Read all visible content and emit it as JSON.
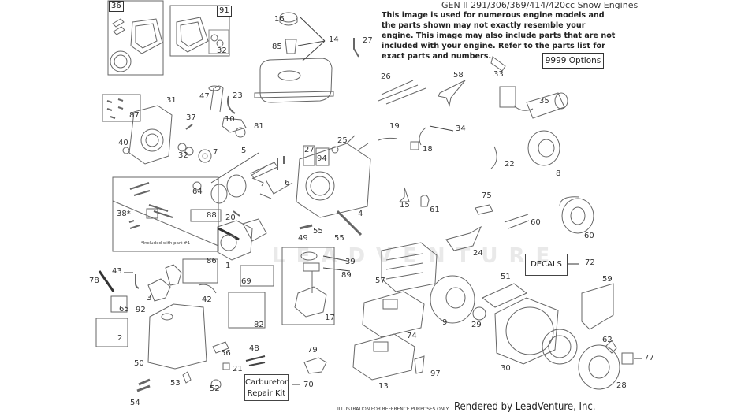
{
  "header": {
    "title": "GEN II 291/306/369/414/420cc Snow Engines",
    "disclaimer": "This image is used for numerous engine models and the parts shown may not exactly resemble your engine. This image may also include parts that are not included with your engine. Refer to the parts list for exact parts and numbers.",
    "options_box": "9999  Options"
  },
  "boxes": {
    "decals": "DECALS",
    "decals_ref": "72",
    "carb_kit_line1": "Carburetor",
    "carb_kit_line2": "Repair Kit",
    "carb_kit_ref": "70",
    "kit_36": "36",
    "kit_91": "91",
    "kit_38_label": "38*",
    "kit_38_note": "*Included with part #1",
    "kit_27": "27",
    "kit_94": "94"
  },
  "watermark": "LEADVENTURE",
  "footer": {
    "reference": "ILLUSTRATION FOR REFERENCE PURPOSES ONLY",
    "rendered_by": "Rendered by LeadVenture, Inc."
  },
  "part_labels": [
    {
      "id": "p16",
      "text": "16"
    },
    {
      "id": "p14",
      "text": "14"
    },
    {
      "id": "p85",
      "text": "85"
    },
    {
      "id": "p27a",
      "text": "27"
    },
    {
      "id": "p32a",
      "text": "32"
    },
    {
      "id": "p26",
      "text": "26"
    },
    {
      "id": "p58",
      "text": "58"
    },
    {
      "id": "p33",
      "text": "33"
    },
    {
      "id": "p35",
      "text": "35"
    },
    {
      "id": "p47",
      "text": "47"
    },
    {
      "id": "p23",
      "text": "23"
    },
    {
      "id": "p31",
      "text": "31"
    },
    {
      "id": "p87",
      "text": "87"
    },
    {
      "id": "p37",
      "text": "37"
    },
    {
      "id": "p10",
      "text": "10"
    },
    {
      "id": "p81",
      "text": "81"
    },
    {
      "id": "p19",
      "text": "19"
    },
    {
      "id": "p34",
      "text": "34"
    },
    {
      "id": "p18",
      "text": "18"
    },
    {
      "id": "p40",
      "text": "40"
    },
    {
      "id": "p32b",
      "text": "32"
    },
    {
      "id": "p7",
      "text": "7"
    },
    {
      "id": "p5",
      "text": "5"
    },
    {
      "id": "p25",
      "text": "25"
    },
    {
      "id": "p22",
      "text": "22"
    },
    {
      "id": "p8",
      "text": "8"
    },
    {
      "id": "p64",
      "text": "64"
    },
    {
      "id": "p6",
      "text": "6"
    },
    {
      "id": "p4",
      "text": "4"
    },
    {
      "id": "p15",
      "text": "15"
    },
    {
      "id": "p61",
      "text": "61"
    },
    {
      "id": "p75",
      "text": "75"
    },
    {
      "id": "p60a",
      "text": "60"
    },
    {
      "id": "p60b",
      "text": "60"
    },
    {
      "id": "p88",
      "text": "88"
    },
    {
      "id": "p20",
      "text": "20"
    },
    {
      "id": "p49",
      "text": "49"
    },
    {
      "id": "p55a",
      "text": "55"
    },
    {
      "id": "p55b",
      "text": "55"
    },
    {
      "id": "p24",
      "text": "24"
    },
    {
      "id": "p86",
      "text": "86"
    },
    {
      "id": "p1",
      "text": "1"
    },
    {
      "id": "p39",
      "text": "39"
    },
    {
      "id": "p89",
      "text": "89"
    },
    {
      "id": "p57",
      "text": "57"
    },
    {
      "id": "p51",
      "text": "51"
    },
    {
      "id": "p59",
      "text": "59"
    },
    {
      "id": "p78",
      "text": "78"
    },
    {
      "id": "p43",
      "text": "43"
    },
    {
      "id": "p69",
      "text": "69"
    },
    {
      "id": "p3",
      "text": "3"
    },
    {
      "id": "p42",
      "text": "42"
    },
    {
      "id": "p65",
      "text": "65"
    },
    {
      "id": "p92",
      "text": "92"
    },
    {
      "id": "p82",
      "text": "82"
    },
    {
      "id": "p17",
      "text": "17"
    },
    {
      "id": "p74",
      "text": "74"
    },
    {
      "id": "p9",
      "text": "9"
    },
    {
      "id": "p29",
      "text": "29"
    },
    {
      "id": "p2",
      "text": "2"
    },
    {
      "id": "p62",
      "text": "62"
    },
    {
      "id": "p77",
      "text": "77"
    },
    {
      "id": "p50",
      "text": "50"
    },
    {
      "id": "p56",
      "text": "56"
    },
    {
      "id": "p48",
      "text": "48"
    },
    {
      "id": "p79",
      "text": "79"
    },
    {
      "id": "p21",
      "text": "21"
    },
    {
      "id": "p30",
      "text": "30"
    },
    {
      "id": "p53",
      "text": "53"
    },
    {
      "id": "p52",
      "text": "52"
    },
    {
      "id": "p97",
      "text": "97"
    },
    {
      "id": "p13",
      "text": "13"
    },
    {
      "id": "p28",
      "text": "28"
    },
    {
      "id": "p54",
      "text": "54"
    }
  ]
}
